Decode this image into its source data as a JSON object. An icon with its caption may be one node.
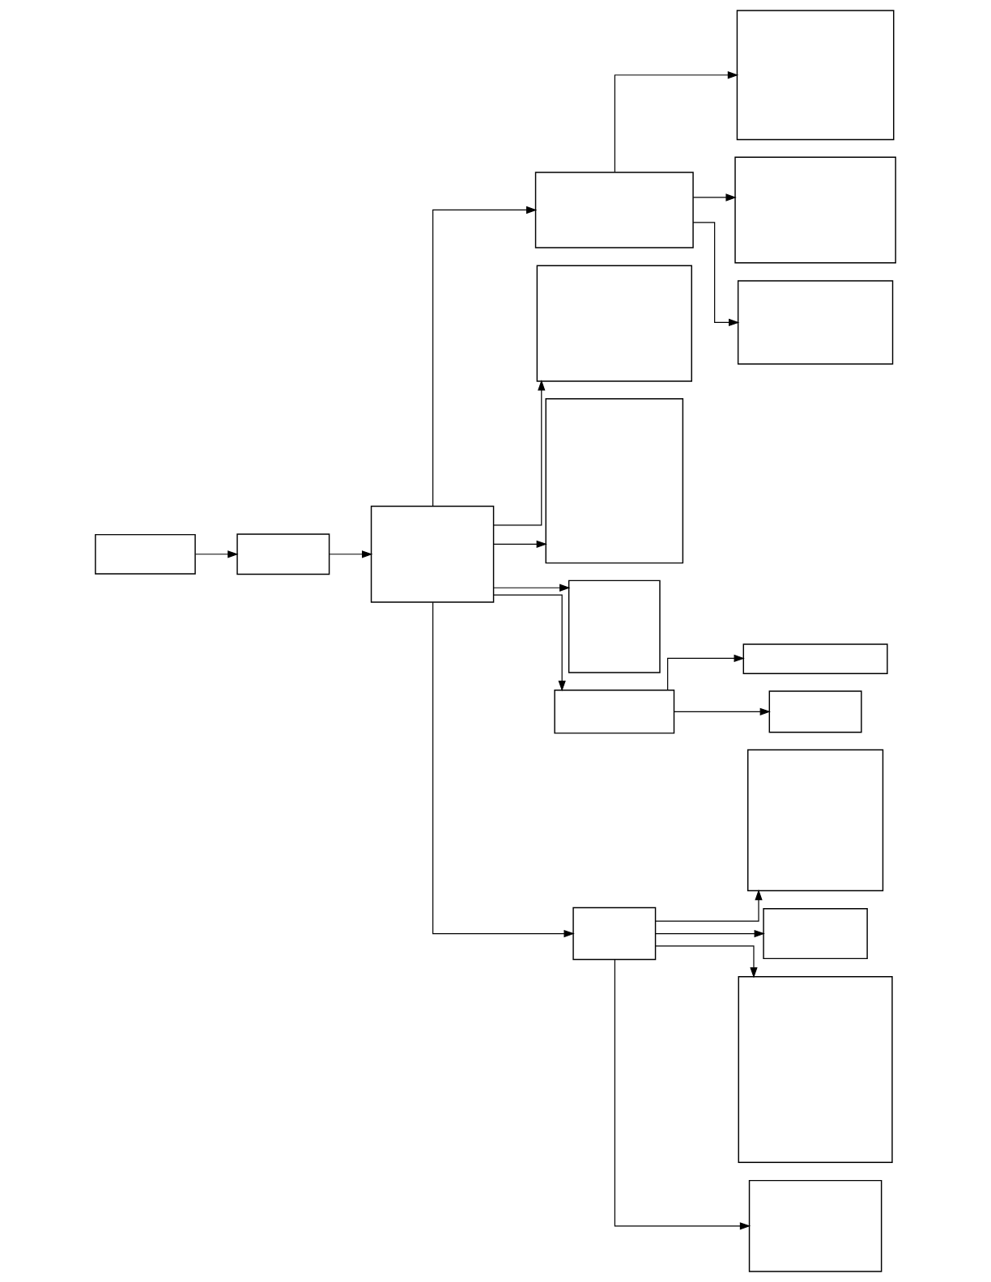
{
  "diagram": {
    "nodes": [
      {
        "text": [],
        "shape": "box"
      },
      {
        "text": [],
        "shape": "box"
      },
      {
        "text": [],
        "shape": "box"
      },
      {
        "text": [],
        "shape": "box"
      },
      {
        "text": [],
        "shape": "box"
      },
      {
        "text": [],
        "shape": "box"
      },
      {
        "text": [],
        "shape": "box"
      },
      {
        "text": [],
        "shape": "box"
      },
      {
        "text": [],
        "shape": "box"
      },
      {
        "text": [],
        "shape": "box"
      },
      {
        "text": [],
        "shape": "box"
      },
      {
        "text": [],
        "shape": "box"
      },
      {
        "text": [],
        "shape": "box"
      },
      {
        "text": [],
        "shape": "box"
      },
      {
        "text": [],
        "shape": "box"
      },
      {
        "text": [],
        "shape": "box"
      },
      {
        "text": [],
        "shape": "box"
      },
      {
        "text": [],
        "shape": "box"
      }
    ],
    "edges": [
      {
        "from": 0,
        "to": 1,
        "arrow": "to"
      },
      {
        "from": 1,
        "to": 2,
        "arrow": "to"
      },
      {
        "from": 2,
        "to": 3,
        "arrow": "to"
      },
      {
        "from": 3,
        "to": 4,
        "arrow": "to"
      },
      {
        "from": 3,
        "to": 5,
        "arrow": "to"
      },
      {
        "from": 3,
        "to": 6,
        "arrow": "to"
      },
      {
        "from": 2,
        "to": 7,
        "arrow": "to"
      },
      {
        "from": 2,
        "to": 8,
        "arrow": "to"
      },
      {
        "from": 2,
        "to": 13,
        "arrow": "to"
      },
      {
        "from": 2,
        "to": 9,
        "arrow": "to"
      },
      {
        "from": 2,
        "to": 10,
        "arrow": "to"
      },
      {
        "from": 10,
        "to": 12,
        "arrow": "to"
      },
      {
        "from": 10,
        "to": 11,
        "arrow": "to"
      },
      {
        "from": 13,
        "to": 14,
        "arrow": "to"
      },
      {
        "from": 13,
        "to": 16,
        "arrow": "to"
      },
      {
        "from": 13,
        "to": 15,
        "arrow": "to"
      },
      {
        "from": 13,
        "to": 17,
        "arrow": "to"
      }
    ]
  }
}
